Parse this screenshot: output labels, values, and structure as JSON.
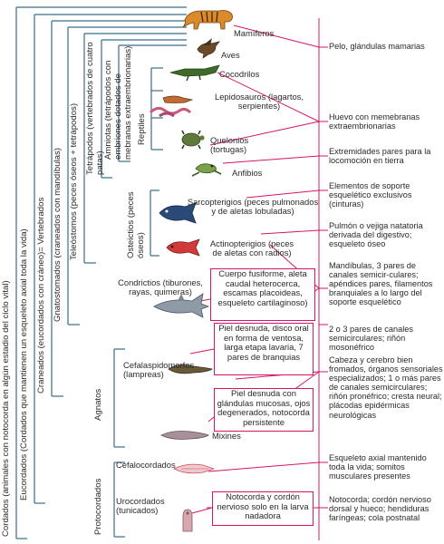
{
  "groups": {
    "cordados": "Cordados (animales con notocorda en algún estadio del ciclo vital)",
    "eucordados": "Eucordados (Cordados que mantienen un esqueleto axial toda la vida)",
    "craneados": "Craneados (eucordados con cráneo)= Vertebrados",
    "gnatostomados": "Gnatostomados (craneados con mandíbulas)",
    "teleostomos": "Teleóstomos (peces óseos + tetrápodos)",
    "tetrapodos": "Tetrápodos (vertebrados de cuatro patas)",
    "amniotas": "Amniotas (tetrápodos con embriones dotados de mebranas extraembrionarias)",
    "reptiles": "Reptiles",
    "osteictios": "Osteictios (peces óseos)",
    "agnatos": "Agnatos",
    "protocordados": "Protocordados"
  },
  "taxa": {
    "mamiferos": "Mamíferos",
    "aves": "Aves",
    "cocodrilos": "Cocodrilos",
    "lepidosauros": "Lepidosauros (lagartos, serpientes)",
    "quelonios": "Quelonios (tortugas)",
    "anfibios": "Anfibios",
    "sarcopterigios": "Sarcopterigios (peces pulmonados y de aletas lobuladas)",
    "actinopterigios": "Actinopterigios (peces de aletas con radios)",
    "condrictios": "Condrictios (tiburones, rayas, quimeras)",
    "cefalaspidomorfos": "Cefalaspidomorfos (lampreas)",
    "mixines": "Mixines",
    "cefalocordados": "Cefalocordados",
    "urocordados": "Urocordados (tunicados)"
  },
  "boxes": {
    "condrictios_box": "Cuerpo fusiforme, aleta caudal heterocerca, escamas placoideas, esqueleto cartilaginoso)",
    "lampreas_box": "Piel desnuda, disco oral en forma de ventosa, larga etapa lavaria, 7 pares de branquias",
    "mixines_box": "Piel desnuda con glándulas mucosas, ojos degenerados, notocorda persistente",
    "urocordados_box": "Notocorda y cordón nervioso solo en la larva nadadora"
  },
  "characteristics": [
    "Pelo, glándulas mamarias",
    "Huevo con memebranas extraembrionarias",
    "Extremidades pares para la locomoción en tierra",
    "Elementos de soporte esquelético exclusivos (cinturas)",
    "Pulmón o vejiga natatoria derivada del digestivo; esqueleto óseo",
    "Mandíbulas, 3 pares de canales semicir-culares; apéndices pares, filamentos branquiales a lo largo del soporte esquelético",
    "2 o 3 pares de canales semicirculares; riñón mosonéfrico",
    "Cabeza y cerebro bien fromados, órganos sensoriales especializados; 1 o más pares de canales semicirculares; riñón pronéfrico; cresta neural; plácodas epidérmicas neurológicas",
    "Esqueleto axial mantenido toda la vida; somitos musculares presentes",
    "Notocorda; cordón nervioso dorsal y hueco; hendiduras faríngeas; cola postnatal"
  ],
  "colors": {
    "tree_lines": "#3a6e8a",
    "accent_lines": "#d4156a",
    "box_border": "#d4156a"
  }
}
